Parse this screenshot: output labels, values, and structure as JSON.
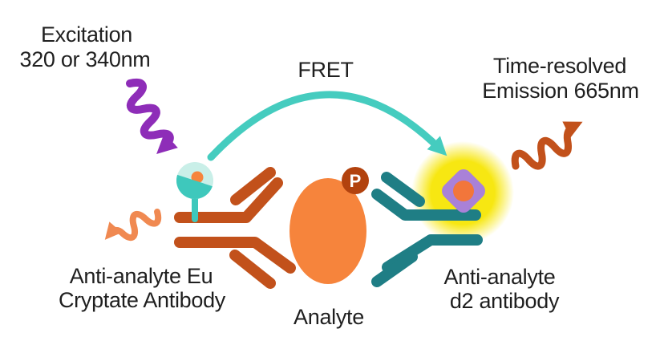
{
  "labels": {
    "excitation": {
      "line1": "Excitation",
      "line2": "320 or 340nm"
    },
    "fret": "FRET",
    "emission": {
      "line1": "Time-resolved",
      "line2": "Emission 665nm"
    },
    "donor_antibody": {
      "line1": "Anti-analyte Eu",
      "line2": "Cryptate Antibody"
    },
    "analyte": "Analyte",
    "acceptor_antibody": {
      "line1": "Anti-analyte",
      "line2": "d2 antibody"
    },
    "phospho_badge": "P"
  },
  "colors": {
    "text": "#1f1f1f",
    "badge_text": "#ffffff",
    "excitation_arrow": "#8E2DB8",
    "fret_arrow": "#45CCBF",
    "cryptate_teal": "#3EC8BC",
    "cryptate_mint": "#C9EFE8",
    "cryptate_core": "#F6843C",
    "donor_antibody": "#C2511B",
    "emission_620_arrow": "#F08951",
    "emission_665_arrow": "#C2511B",
    "analyte": "#F6843C",
    "phospho_badge": "#B2420E",
    "acceptor_antibody": "#1F7E85",
    "d2_diamond": "#A981D8",
    "d2_core": "#F2763B",
    "glow": "#F7E712"
  }
}
